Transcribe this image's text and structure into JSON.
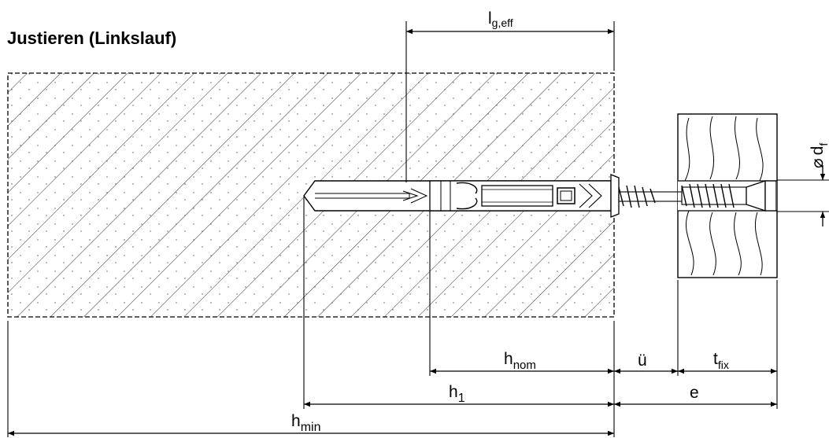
{
  "title": "Justieren (Linkslauf)",
  "labels": {
    "l_geff": {
      "main": "l",
      "sub": "g,eff"
    },
    "d_f": {
      "prefix": "⌀",
      "main": "d",
      "sub": "f"
    },
    "h_nom": {
      "main": "h",
      "sub": "nom"
    },
    "u_uml": {
      "main": "ü",
      "sub": ""
    },
    "t_fix": {
      "main": "t",
      "sub": "fix"
    },
    "h_1": {
      "main": "h",
      "sub": "1"
    },
    "e": {
      "main": "e",
      "sub": ""
    },
    "h_min": {
      "main": "h",
      "sub": "min"
    }
  }
}
